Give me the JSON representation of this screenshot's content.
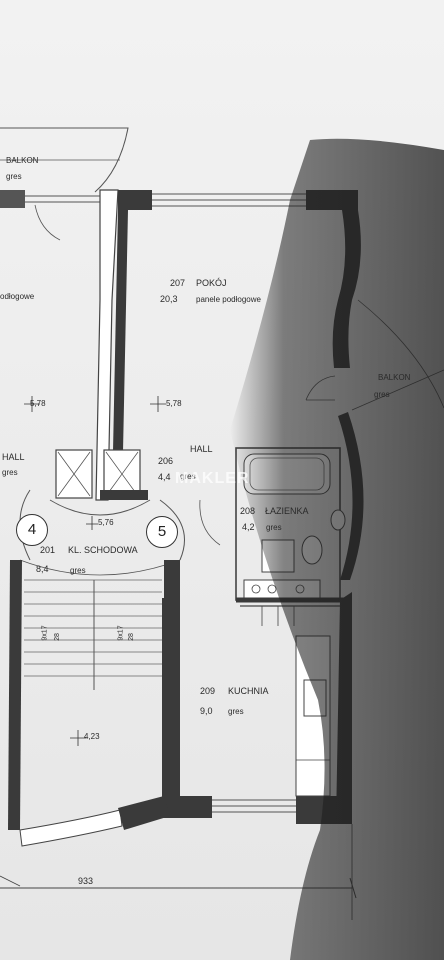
{
  "rooms": [
    {
      "id": "balkon-left",
      "number": "",
      "name": "BALKON",
      "area": "",
      "finish": "gres"
    },
    {
      "id": "pokoj",
      "number": "207",
      "name": "POKÓJ",
      "area": "20,3",
      "finish": "panele podłogowe"
    },
    {
      "id": "balkon-right",
      "number": "",
      "name": "BALKON",
      "area": "",
      "finish": "gres"
    },
    {
      "id": "hall",
      "number": "206",
      "name": "HALL",
      "area": "4,4",
      "finish": "gres"
    },
    {
      "id": "lazienka",
      "number": "208",
      "name": "ŁAZIENKA",
      "area": "4,2",
      "finish": "gres"
    },
    {
      "id": "schody",
      "number": "201",
      "name": "KL. SCHODOWA",
      "area": "8,4",
      "finish": "gres"
    },
    {
      "id": "kuchnia",
      "number": "209",
      "name": "KUCHNIA",
      "area": "9,0",
      "finish": "gres"
    }
  ],
  "partial_labels": {
    "left_floor": "odłogowe",
    "left_hall": "HALL",
    "left_hall_finish": "gres"
  },
  "elevations": {
    "left": "5,78",
    "pokoj": "5,78",
    "landing": "5,76",
    "lower": "4,23"
  },
  "stair_marks": {
    "left_count": "9x17",
    "left_depth": "28",
    "right_count": "9x17",
    "right_depth": "28"
  },
  "circle_markers": [
    "4",
    "5"
  ],
  "dimension": "933",
  "watermark": "MAKLER",
  "colors": {
    "wall": "#3a3a3a",
    "line": "#555555",
    "paper": "#ffffff",
    "shadow": "#1e1e1e"
  }
}
